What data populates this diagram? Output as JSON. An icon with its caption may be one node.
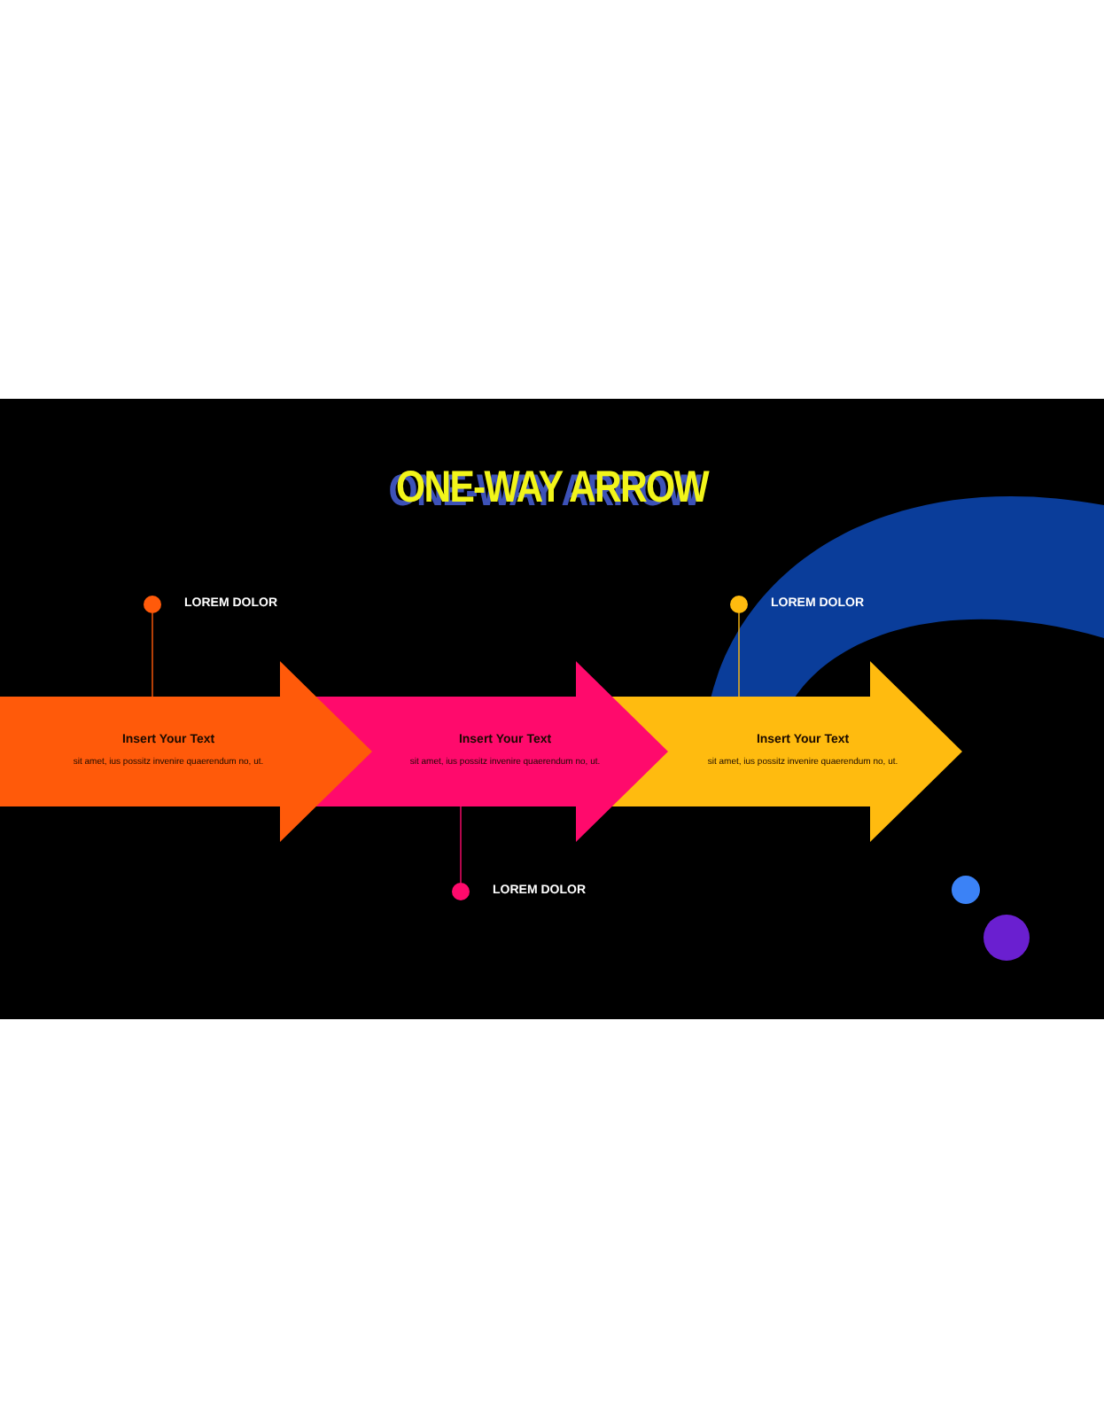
{
  "diagram": {
    "title": "ONE-WAY ARROW",
    "nodes": [
      {
        "text": [
          "Insert Your Text",
          "sit amet, ius possitz invenire  quaerendum no, ut."
        ]
      },
      {
        "text": [
          "Insert Your Text",
          "sit amet, ius possitz invenire  quaerendum no, ut."
        ]
      },
      {
        "text": [
          "Insert Your Text",
          "sit amet, ius possitz invenire  quaerendum no, ut."
        ]
      },
      {
        "text": [
          "LOREM DOLOR"
        ]
      },
      {
        "text": [
          "LOREM DOLOR"
        ]
      },
      {
        "text": [
          "LOREM DOLOR"
        ]
      }
    ],
    "edges": [
      {
        "from": 3,
        "to": 0,
        "arrow": "none"
      },
      {
        "from": 4,
        "to": 1,
        "arrow": "none",
        "color": "#ff0a6c"
      },
      {
        "from": 5,
        "to": 2,
        "arrow": "none",
        "color": "#ffbb0f"
      }
    ]
  }
}
